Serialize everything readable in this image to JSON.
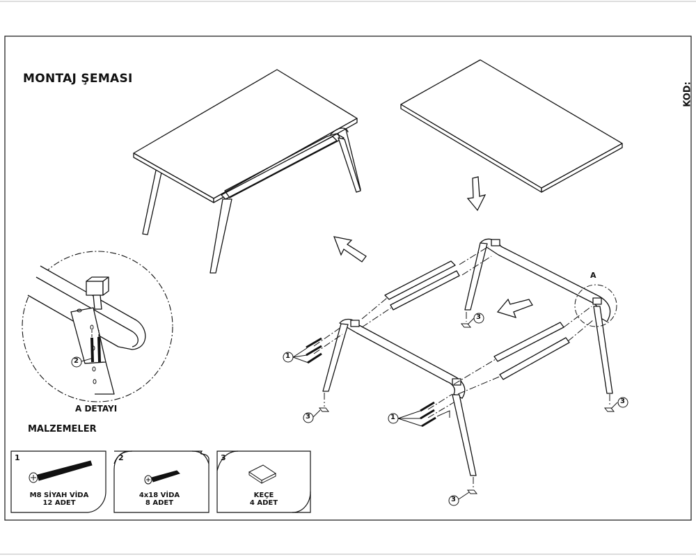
{
  "header": {
    "title": "MONTAJ ŞEMASI",
    "code_label": "KOD:"
  },
  "detail": {
    "label": "A DETAYI",
    "marker": "A"
  },
  "callouts": {
    "screw": "1",
    "detail_screw": "2",
    "felt": "3"
  },
  "materials": {
    "heading": "MALZEMELER",
    "parts": [
      {
        "number": "1",
        "name": "M8 SİYAH VİDA",
        "qty": "12 ADET"
      },
      {
        "number": "2",
        "name": "4x18 VİDA",
        "qty": "8 ADET"
      },
      {
        "number": "3",
        "name": "KEÇE",
        "qty": "4 ADET"
      }
    ]
  }
}
